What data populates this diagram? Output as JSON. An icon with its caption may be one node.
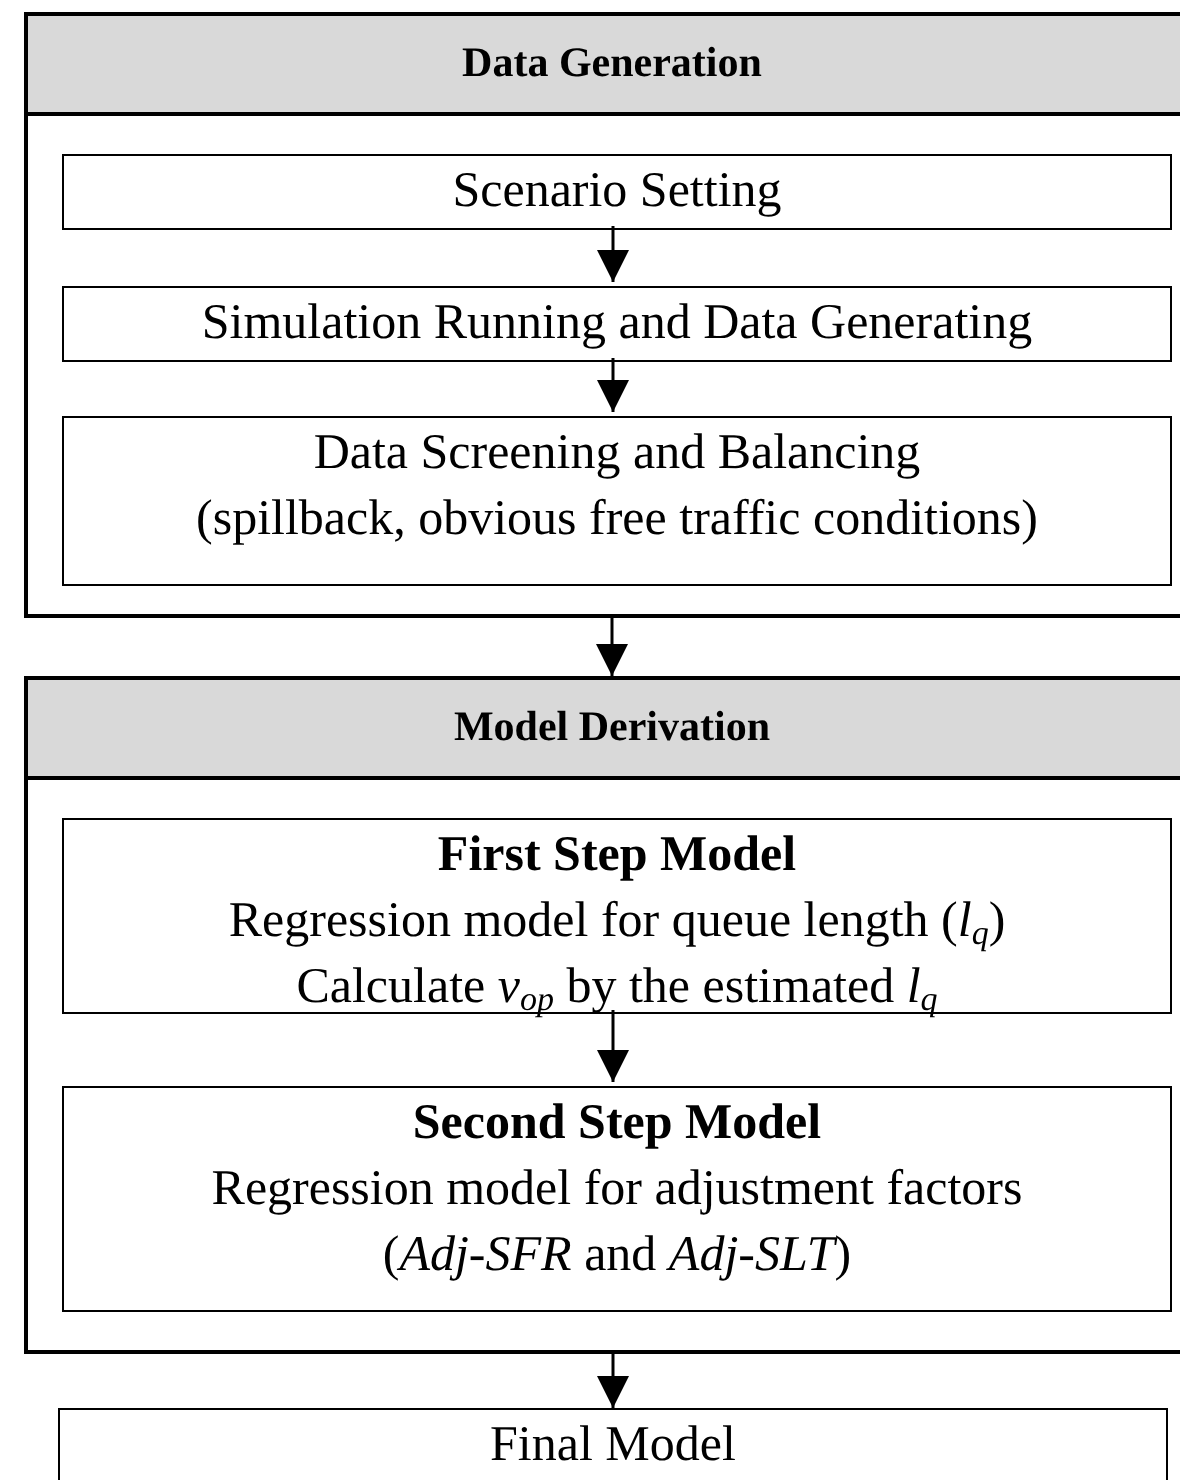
{
  "diagram": {
    "nodes": [
      {
        "text": [
          "Data Generation"
        ]
      },
      {
        "text": [
          "Scenario Setting"
        ],
        "in": 0
      },
      {
        "text": [
          "Simulation Running and Data Generating"
        ],
        "in": 0
      },
      {
        "text": [
          "Data Screening and Balancing",
          "(spillback, obvious free traffic conditions)"
        ],
        "in": 0
      },
      {
        "text": [
          "Model Derivation"
        ]
      },
      {
        "text": [
          "First Step Model",
          "Regression model for queue length (*l*$_{q}$)",
          "Calculate *v*$_{op}$ by the estimated *l*$_{q}$"
        ],
        "in": 4
      },
      {
        "text": [
          "Second Step Model",
          "Regression model for adjustment factors",
          "(*Adj-SFR* and *Adj-SLT*)"
        ],
        "in": 4
      },
      {
        "text": [
          "Final Model"
        ]
      }
    ],
    "edges": [
      {
        "from": 1,
        "to": 2,
        "arrow": "to"
      },
      {
        "from": 2,
        "to": 3,
        "arrow": "to"
      },
      {
        "from": 0,
        "to": 4,
        "arrow": "to"
      },
      {
        "from": 5,
        "to": 6,
        "arrow": "to"
      },
      {
        "from": 4,
        "to": 7,
        "arrow": "to"
      }
    ]
  }
}
